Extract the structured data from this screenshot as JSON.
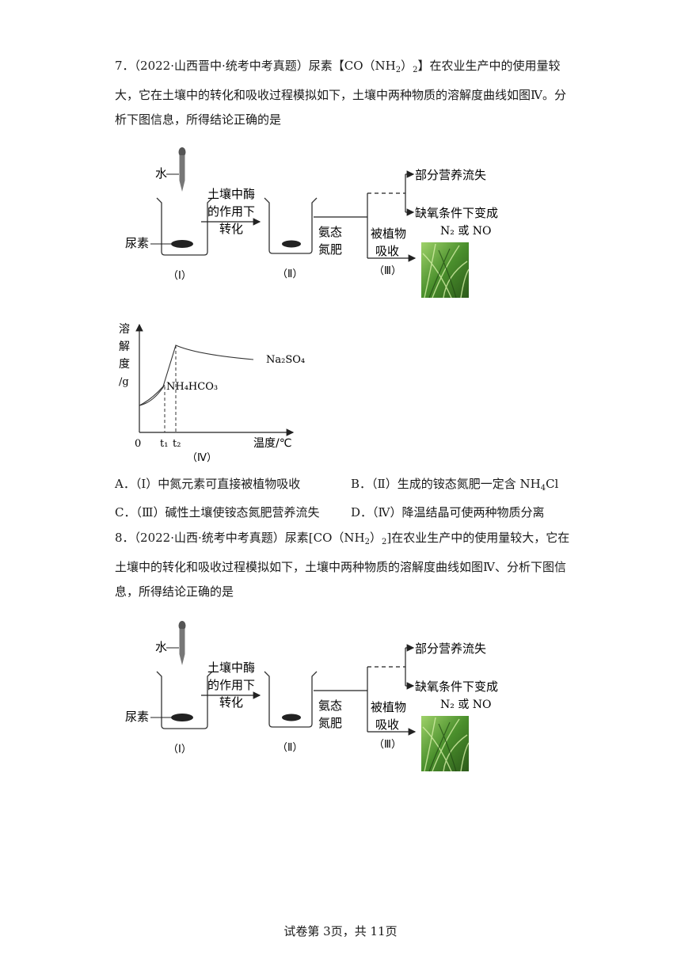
{
  "q7": {
    "prefix": "7．（2022·山西晋中·统考中考真题）尿素【CO（NH",
    "mid": "）",
    "suffix": "】在农业生产中的使用量较大，它在土壤中的转化和吸收过程模拟如下，土壤中两种物质的溶解度曲线如图Ⅳ。分析下图信息，所得结论正确的是"
  },
  "q8": {
    "prefix": "8．（2022·山西·统考中考真题）尿素[CO（NH",
    "mid": "）",
    "suffix": "]在农业生产中的使用量较大，它在土壤中的转化和吸收过程模拟如下，土壤中两种物质的溶解度曲线如图Ⅳ、分析下图信息，所得结论正确的是"
  },
  "sub2": "2",
  "diagram": {
    "water": "水",
    "urea": "尿素",
    "enzyme": [
      "土壤中酶",
      "的作用下",
      "转化"
    ],
    "ammonium": [
      "氨态",
      "氮肥"
    ],
    "absorb": [
      "被植物",
      "吸收"
    ],
    "loss": "部分营养流失",
    "anoxic": "缺氧条件下变成",
    "n2no": "N₂ 或 NO",
    "label1": "（Ⅰ）",
    "label2": "（Ⅱ）",
    "label3": "（Ⅲ）"
  },
  "chart_data": {
    "type": "line",
    "ylabel": [
      "溶",
      "解",
      "度",
      "/g"
    ],
    "xlabel": "温度/℃",
    "origin": "0",
    "ticks": [
      "t₁",
      "t₂"
    ],
    "caption": "（Ⅳ）",
    "series": [
      {
        "name": "Na₂SO₄"
      },
      {
        "name": "NH₄HCO₃"
      }
    ]
  },
  "options": {
    "a": "A．（Ⅰ）中氮元素可直接被植物吸收",
    "b_prefix": "B．（Ⅱ）生成的铵态氮肥一定含 NH",
    "b_sub": "4",
    "b_suffix": "Cl",
    "c": "C．（Ⅲ）碱性土壤使铵态氮肥营养流失",
    "d": "D．（Ⅳ）降温结晶可使两种物质分离"
  },
  "footer": "试卷第 3页，共 11页"
}
